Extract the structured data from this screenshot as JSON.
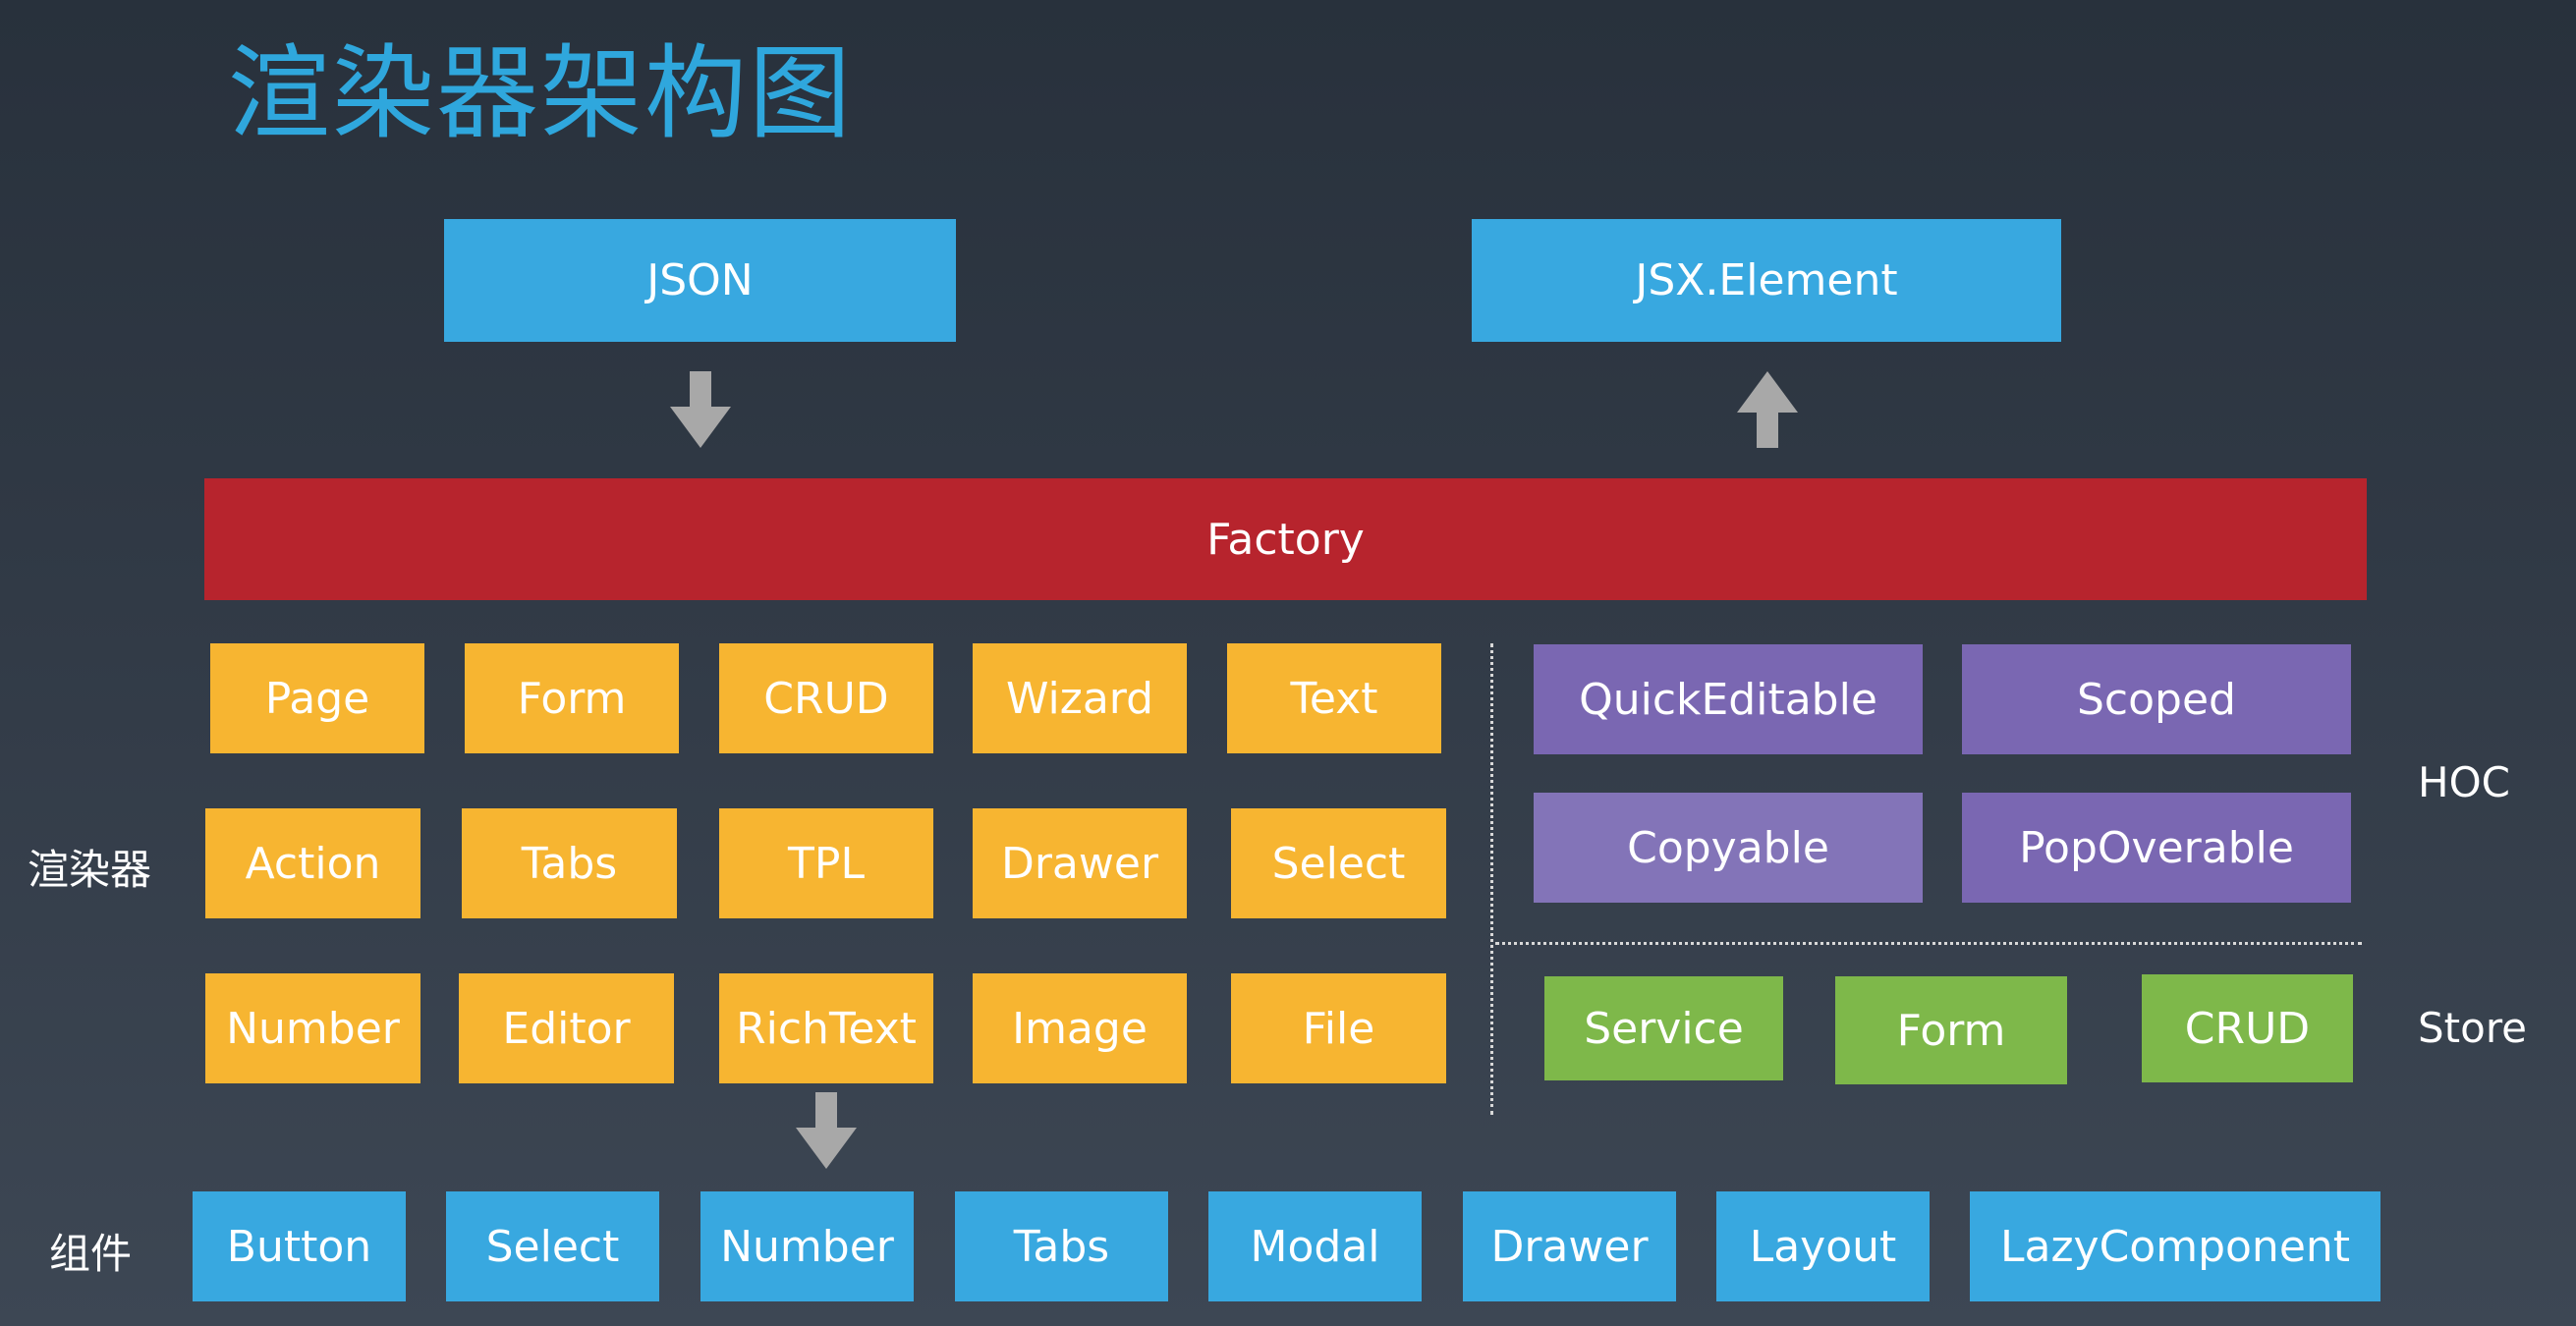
{
  "title": "渲染器架构图",
  "top": {
    "json": "JSON",
    "jsx": "JSX.Element"
  },
  "factory": "Factory",
  "renderers": {
    "label": "渲染器",
    "row1": [
      "Page",
      "Form",
      "CRUD",
      "Wizard",
      "Text"
    ],
    "row2": [
      "Action",
      "Tabs",
      "TPL",
      "Drawer",
      "Select"
    ],
    "row3": [
      "Number",
      "Editor",
      "RichText",
      "Image",
      "File"
    ]
  },
  "hoc": {
    "label": "HOC",
    "items": [
      "QuickEditable",
      "Scoped",
      "Copyable",
      "PopOverable"
    ]
  },
  "store": {
    "label": "Store",
    "items": [
      "Service",
      "Form",
      "CRUD"
    ]
  },
  "components": {
    "label": "组件",
    "items": [
      "Button",
      "Select",
      "Number",
      "Tabs",
      "Modal",
      "Drawer",
      "Layout",
      "LazyComponent"
    ]
  },
  "colors": {
    "title": "#2fa7dd",
    "blue": "#38a8e0",
    "factory": "#b7242d",
    "renderer": "#f7b531",
    "hoc": "#7a67b2",
    "store": "#7eb84a",
    "arrow": "#a8a8a8"
  }
}
